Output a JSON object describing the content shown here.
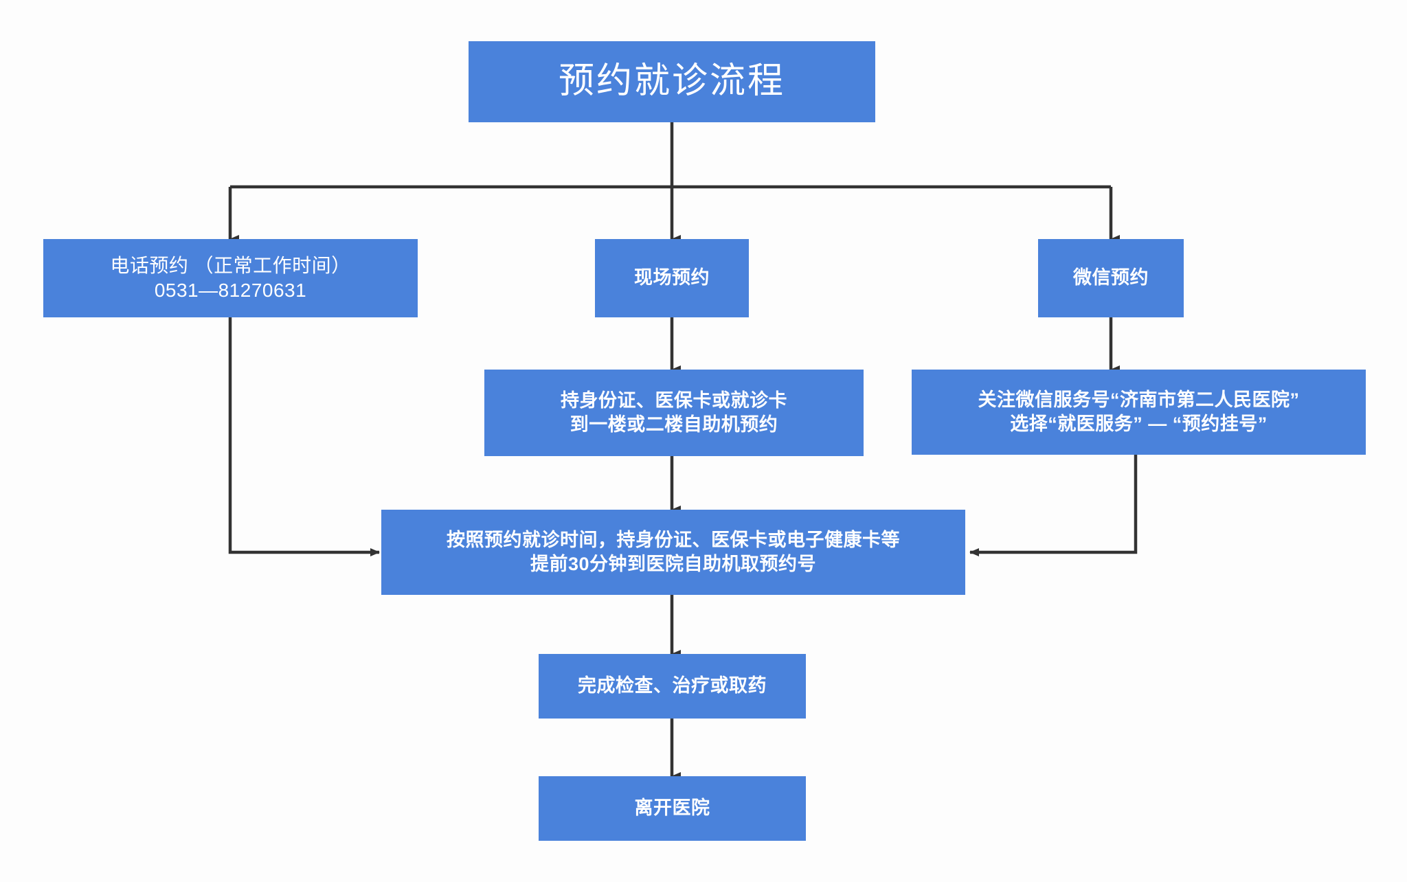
{
  "theme": {
    "node_fill": "#4a82db",
    "node_text": "#ffffff",
    "edge_color": "#333333",
    "background": "#fdfdfd"
  },
  "diagram": {
    "type": "flowchart",
    "title": "预约就诊流程",
    "nodes": [
      {
        "id": "title",
        "label": "预约就诊流程"
      },
      {
        "id": "phone",
        "label": "电话预约 （正常工作时间）\n0531—81270631"
      },
      {
        "id": "onsite",
        "label": "现场预约"
      },
      {
        "id": "wechat",
        "label": "微信预约"
      },
      {
        "id": "kiosk",
        "label": "持身份证、医保卡或就诊卡\n到一楼或二楼自助机预约"
      },
      {
        "id": "wechat_steps",
        "label": "关注微信服务号“济南市第二人民医院”\n选择“就医服务” — “预约挂号”"
      },
      {
        "id": "merge",
        "label": "按照预约就诊时间，持身份证、医保卡或电子健康卡等\n提前30分钟到医院自助机取预约号"
      },
      {
        "id": "treat",
        "label": "完成检查、治疗或取药"
      },
      {
        "id": "leave",
        "label": "离开医院"
      }
    ],
    "edges": [
      {
        "from": "title",
        "to": "phone"
      },
      {
        "from": "title",
        "to": "onsite"
      },
      {
        "from": "title",
        "to": "wechat"
      },
      {
        "from": "onsite",
        "to": "kiosk"
      },
      {
        "from": "wechat",
        "to": "wechat_steps"
      },
      {
        "from": "kiosk",
        "to": "merge"
      },
      {
        "from": "phone",
        "to": "merge"
      },
      {
        "from": "wechat_steps",
        "to": "merge"
      },
      {
        "from": "merge",
        "to": "treat"
      },
      {
        "from": "treat",
        "to": "leave"
      }
    ]
  }
}
